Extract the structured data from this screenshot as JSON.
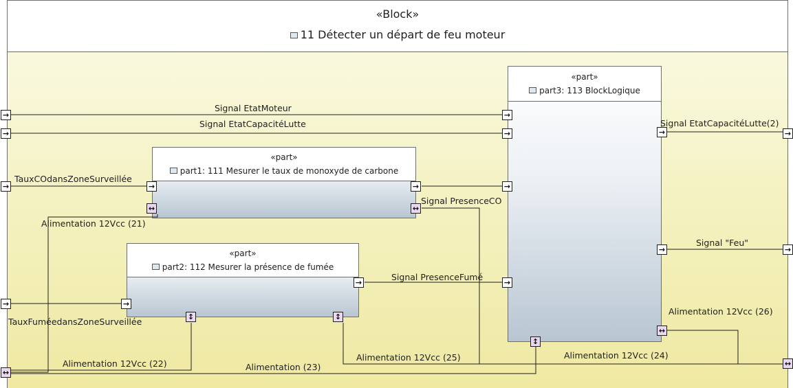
{
  "outer": {
    "stereotype": "«Block»",
    "title": "11 Détecter un départ de feu moteur"
  },
  "parts": {
    "part1": {
      "stereotype": "«part»",
      "name": "part1: 111 Mesurer le taux de monoxyde de carbone"
    },
    "part2": {
      "stereotype": "«part»",
      "name": "part2: 112 Mesurer la présence de fumée"
    },
    "part3": {
      "stereotype": "«part»",
      "name": "part3: 113 BlockLogique"
    }
  },
  "flows": {
    "etat_moteur": "Signal EtatMoteur",
    "etat_capacite": "Signal EtatCapacitéLutte",
    "etat_capacite_out": "Signal EtatCapacitéLutte(2)",
    "taux_co": "TauxCOdansZoneSurveillée",
    "presence_co": "Signal PresenceCO",
    "presence_fume": "Signal PresenceFumé",
    "taux_fumee": "TauxFuméedansZoneSurveillée",
    "feu": "Signal \"Feu\"",
    "alim21": "Alimentation 12Vcc (21)",
    "alim22": "Alimentation 12Vcc (22)",
    "alim23": "Alimentation (23)",
    "alim24": "Alimentation 12Vcc (24)",
    "alim25": "Alimentation 12Vcc (25)",
    "alim26": "Alimentation 12Vcc (26)"
  },
  "port_glyphs": {
    "out": "→",
    "bidirectional": "↔",
    "vertical": "↕"
  },
  "icons": [
    "block-icon",
    "part-icon"
  ],
  "colors": {
    "outer_gradient_bottom": "#efe9a2",
    "part_gradient_bottom": "#b8c6d2",
    "port_inout": "#ead7f0",
    "line": "#1e1e1e"
  }
}
